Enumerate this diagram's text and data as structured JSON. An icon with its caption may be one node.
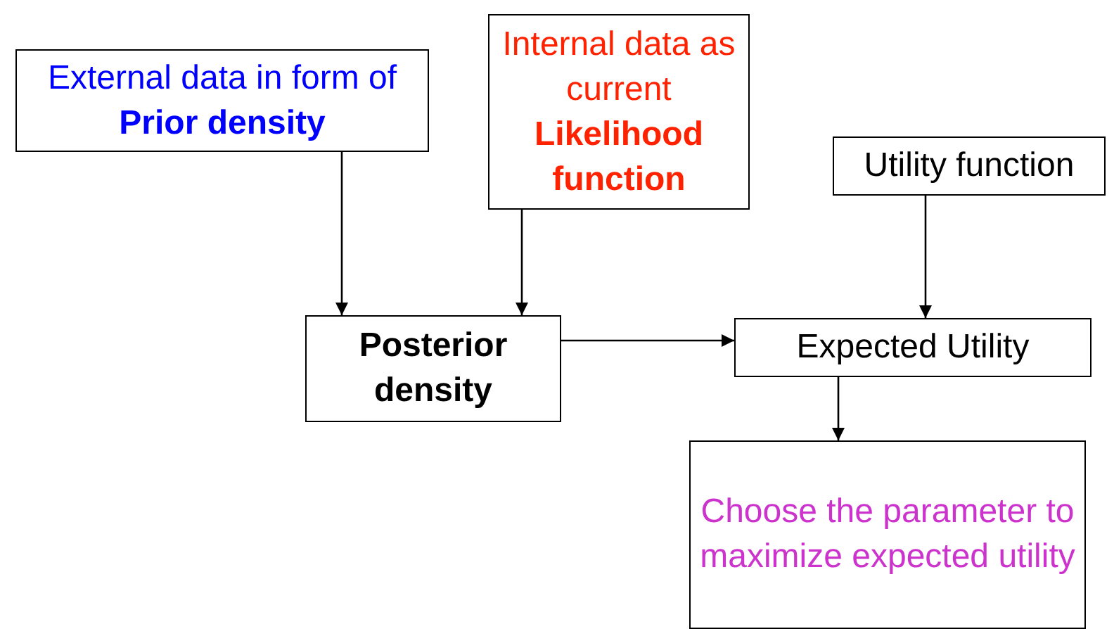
{
  "diagram": {
    "nodes": [
      {
        "text": [
          "External data in form of **Prior density**"
        ]
      },
      {
        "text": [
          "Internal data as current **Likelihood function**"
        ]
      },
      {
        "text": [
          "Posterior density"
        ]
      },
      {
        "text": [
          "Expected Utility"
        ]
      },
      {
        "text": [
          "Utility function"
        ]
      },
      {
        "text": [
          "Choose the parameter to maximize expected utility"
        ]
      }
    ],
    "edges": [
      {
        "from": 0,
        "to": 2,
        "arrow": "to"
      },
      {
        "from": 1,
        "to": 2,
        "arrow": "to"
      },
      {
        "from": 2,
        "to": 3,
        "arrow": "to"
      },
      {
        "from": 4,
        "to": 3,
        "arrow": "to"
      },
      {
        "from": 3,
        "to": 5,
        "arrow": "to"
      }
    ]
  }
}
